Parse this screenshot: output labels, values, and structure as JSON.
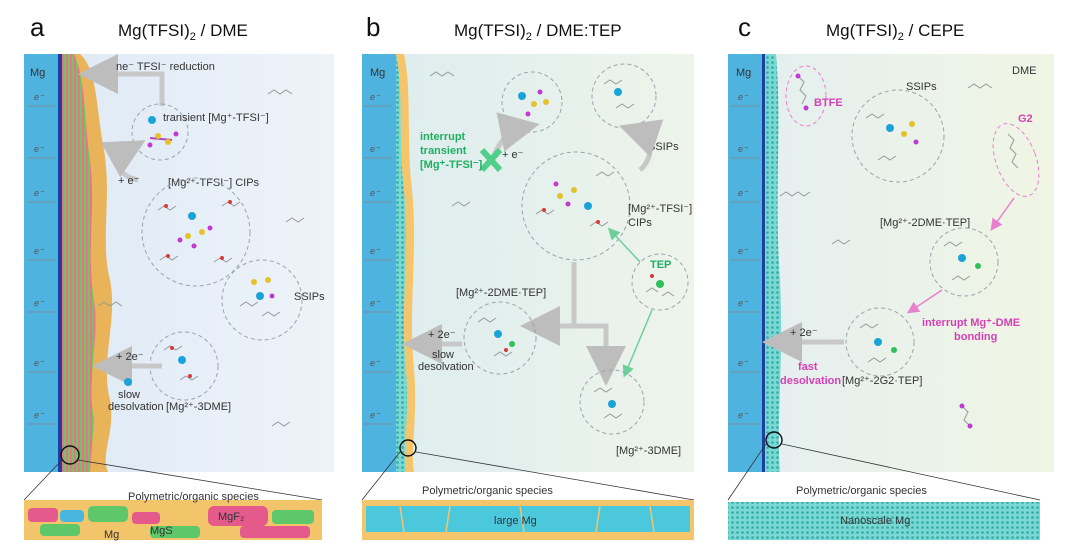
{
  "panels": [
    {
      "letter": "a",
      "title_main": "Mg(TFSI)",
      "title_sub": "2",
      "title_rest": " / DME",
      "electrode": "Mg",
      "electron": "e⁻",
      "labels": {
        "reduction": "ne⁻ TFSI⁻ reduction",
        "transient": "transient [Mg⁺-TFSI⁻]",
        "plus_e": "+ e⁻",
        "cips": "[Mg²⁺-TFSI⁻] CIPs",
        "ssips": "SSIPs",
        "plus_2e": "+ 2e⁻",
        "slow": "slow",
        "desolvation": "desolvation",
        "complex": "[Mg²⁺-3DME]"
      },
      "inset": {
        "caption": "Polymetric/organic species",
        "mgf2": "MgF₂",
        "mgs": "MgS",
        "mg": "Mg"
      }
    },
    {
      "letter": "b",
      "title_main": "Mg(TFSI)",
      "title_sub": "2",
      "title_rest": " / DME:TEP",
      "electrode": "Mg",
      "electron": "e⁻",
      "labels": {
        "interrupt1": "interrupt",
        "interrupt2": "transient",
        "interrupt3": "[Mg⁺-TFSI⁻]",
        "plus_e": "+ e⁻",
        "ssips": "SSIPs",
        "cips1": "[Mg²⁺-TFSI⁻]",
        "cips2": "CIPs",
        "tep": "TEP",
        "complex1": "[Mg²⁺-2DME·TEP]",
        "plus_2e": "+ 2e⁻",
        "slow": "slow",
        "desolvation": "desolvation",
        "complex2": "[Mg²⁺-3DME]"
      },
      "inset": {
        "caption": "Polymetric/organic species",
        "large": "large Mg"
      }
    },
    {
      "letter": "c",
      "title_main": "Mg(TFSI)",
      "title_sub": "2",
      "title_rest": " / CEPE",
      "electrode": "Mg",
      "electron": "e⁻",
      "labels": {
        "btfe": "BTFE",
        "ssips": "SSIPs",
        "dme": "DME",
        "g2": "G2",
        "complex1": "[Mg²⁺-2DME·TEP]",
        "interrupt1": "interrupt Mg⁺-DME",
        "interrupt2": "bonding",
        "plus_2e": "+ 2e⁻",
        "fast": "fast",
        "desolvation": "desolvation",
        "complex2": "[Mg²⁺-2G2·TEP]"
      },
      "inset": {
        "caption": "Polymetric/organic species",
        "nano": "Nanoscale Mg"
      }
    }
  ],
  "colors": {
    "electrode": "#4fb3e0",
    "bg_a": "#e6eef7",
    "bg_b": "#e8f1ea",
    "bg_c": "#eef4e6",
    "sei_a": "#e2a44f",
    "sei_b": "#f4c56a",
    "sei_c": "#5cc9c6",
    "accent_green": "#1eb060",
    "accent_pink": "#d63fb6",
    "arrow": "#c4c4c4",
    "ion": "#1aa3d6"
  }
}
